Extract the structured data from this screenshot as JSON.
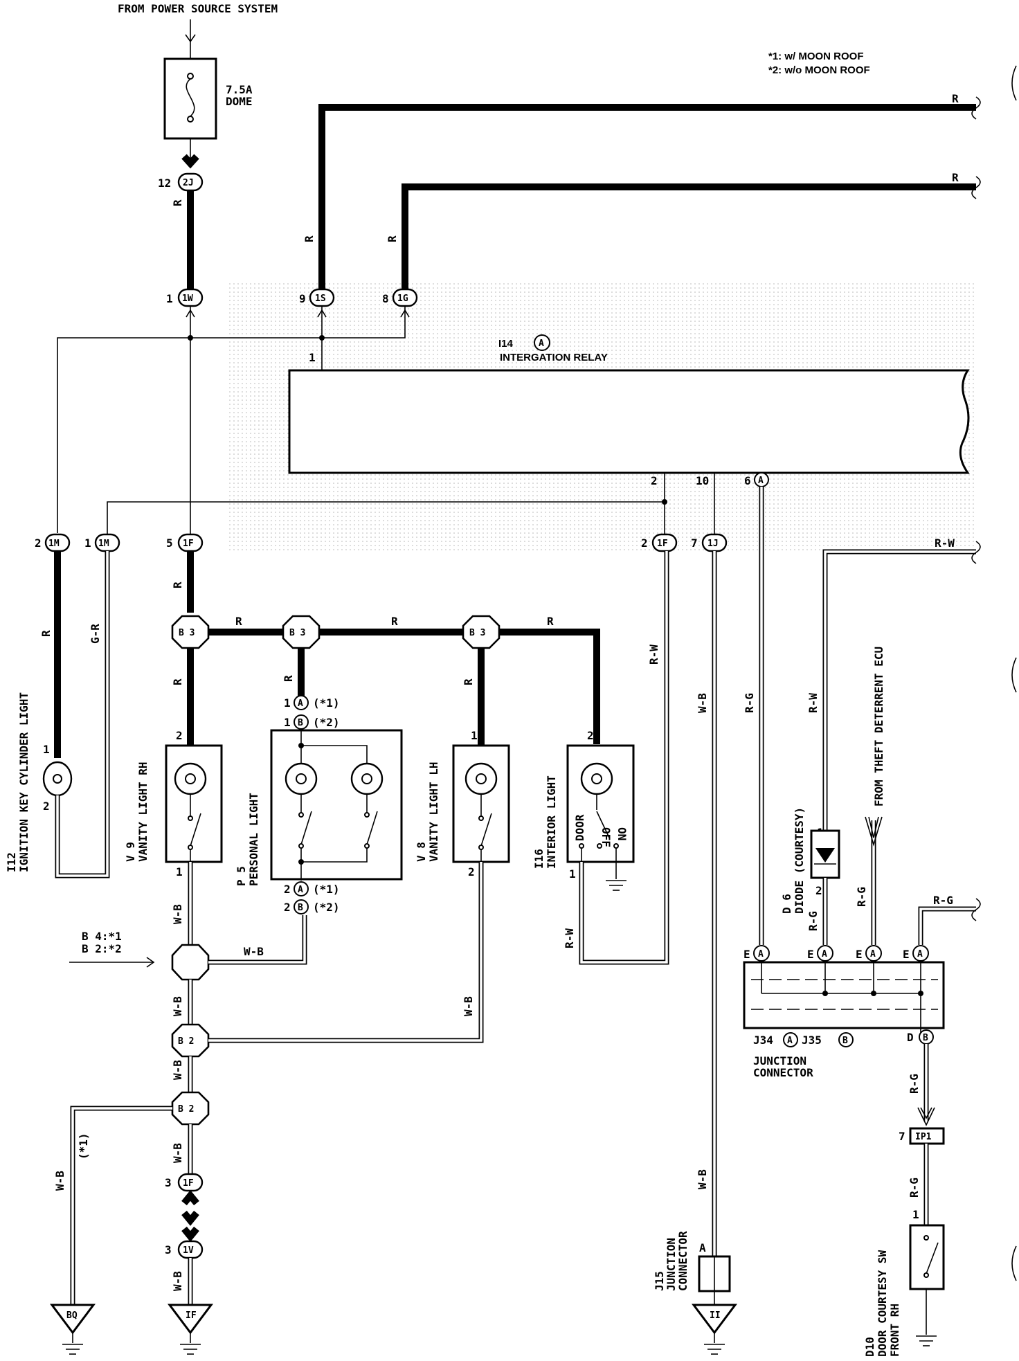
{
  "source": "FROM POWER SOURCE SYSTEM",
  "fuse": {
    "rating": "7.5A",
    "name": "DOME"
  },
  "notes": [
    "*1: w/  MOON ROOF",
    "*2: w/o MOON ROOF"
  ],
  "relay": {
    "code": "I14",
    "variant": "A",
    "name": "INTERGATION RELAY"
  },
  "wires": {
    "r": "R",
    "gr": "G-R",
    "rw": "R-W",
    "wb": "W-B",
    "rg": "R-G"
  },
  "connectors": {
    "c2j": "2J",
    "c1w": "1W",
    "c1s": "1S",
    "c1g": "1G",
    "c1m": "1M",
    "c1f": "1F",
    "c1j": "1J",
    "c1v": "1V",
    "ip1": "IP1",
    "b3": "B 3",
    "b2": "B 2",
    "a": "A",
    "b": "B",
    "e": "E",
    "d": "D"
  },
  "pins": {
    "p12": "12",
    "p1": "1",
    "p9": "9",
    "p8": "8",
    "p2": "2",
    "p5": "5",
    "p10": "10",
    "p6": "6",
    "p7": "7",
    "p3": "3"
  },
  "marks": {
    "m1": "(*1)",
    "m2": "(*2)",
    "m1b": "(*1)"
  },
  "splice_note": [
    "B 4:*1",
    "B 2:*2"
  ],
  "components": {
    "i12": [
      "I12",
      "IGNITION KEY CYLINDER LIGHT"
    ],
    "v9": [
      "V 9",
      "VANITY LIGHT RH"
    ],
    "p5": [
      "P 5",
      "PERSONAL LIGHT"
    ],
    "v8": [
      "V 8",
      "VANITY LIGHT LH"
    ],
    "i16": [
      "I16",
      "INTERIOR LIGHT"
    ],
    "d6": [
      "D 6",
      "DIODE (COURTESY)"
    ],
    "theft": "FROM THEFT DETERRENT ECU",
    "j34": {
      "a": "J34",
      "b": "J35",
      "name": [
        "JUNCTION",
        "CONNECTOR"
      ]
    },
    "j15": [
      "J15",
      "JUNCTION",
      "CONNECTOR"
    ],
    "d10": [
      "D10",
      "DOOR COURTESY SW",
      "FRONT RH"
    ]
  },
  "switch_labels": {
    "door": "DOOR",
    "off": "OFF",
    "on": "ON"
  },
  "grounds": {
    "bq": "BQ",
    "if": "IF",
    "ii": "II"
  }
}
